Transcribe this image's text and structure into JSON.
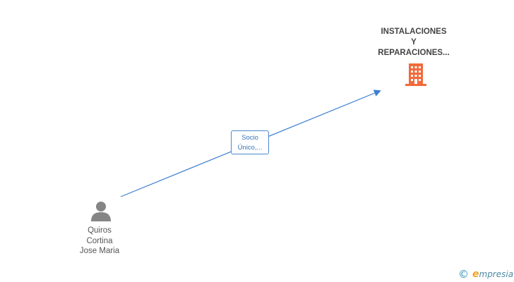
{
  "company": {
    "name_lines": [
      "INSTALACIONES",
      "Y",
      "REPARACIONES..."
    ],
    "icon": "building-icon",
    "icon_color": "#f26a3b"
  },
  "relation": {
    "label_lines": [
      "Socio",
      "Único,..."
    ],
    "line_color": "#3d7fd0"
  },
  "person": {
    "name_lines": [
      "Quiros",
      "Cortina",
      "Jose Maria"
    ],
    "icon": "person-icon",
    "icon_color": "#858585"
  },
  "watermark": {
    "symbol": "©",
    "brand_initial": "e",
    "brand_rest": "mpresia"
  }
}
